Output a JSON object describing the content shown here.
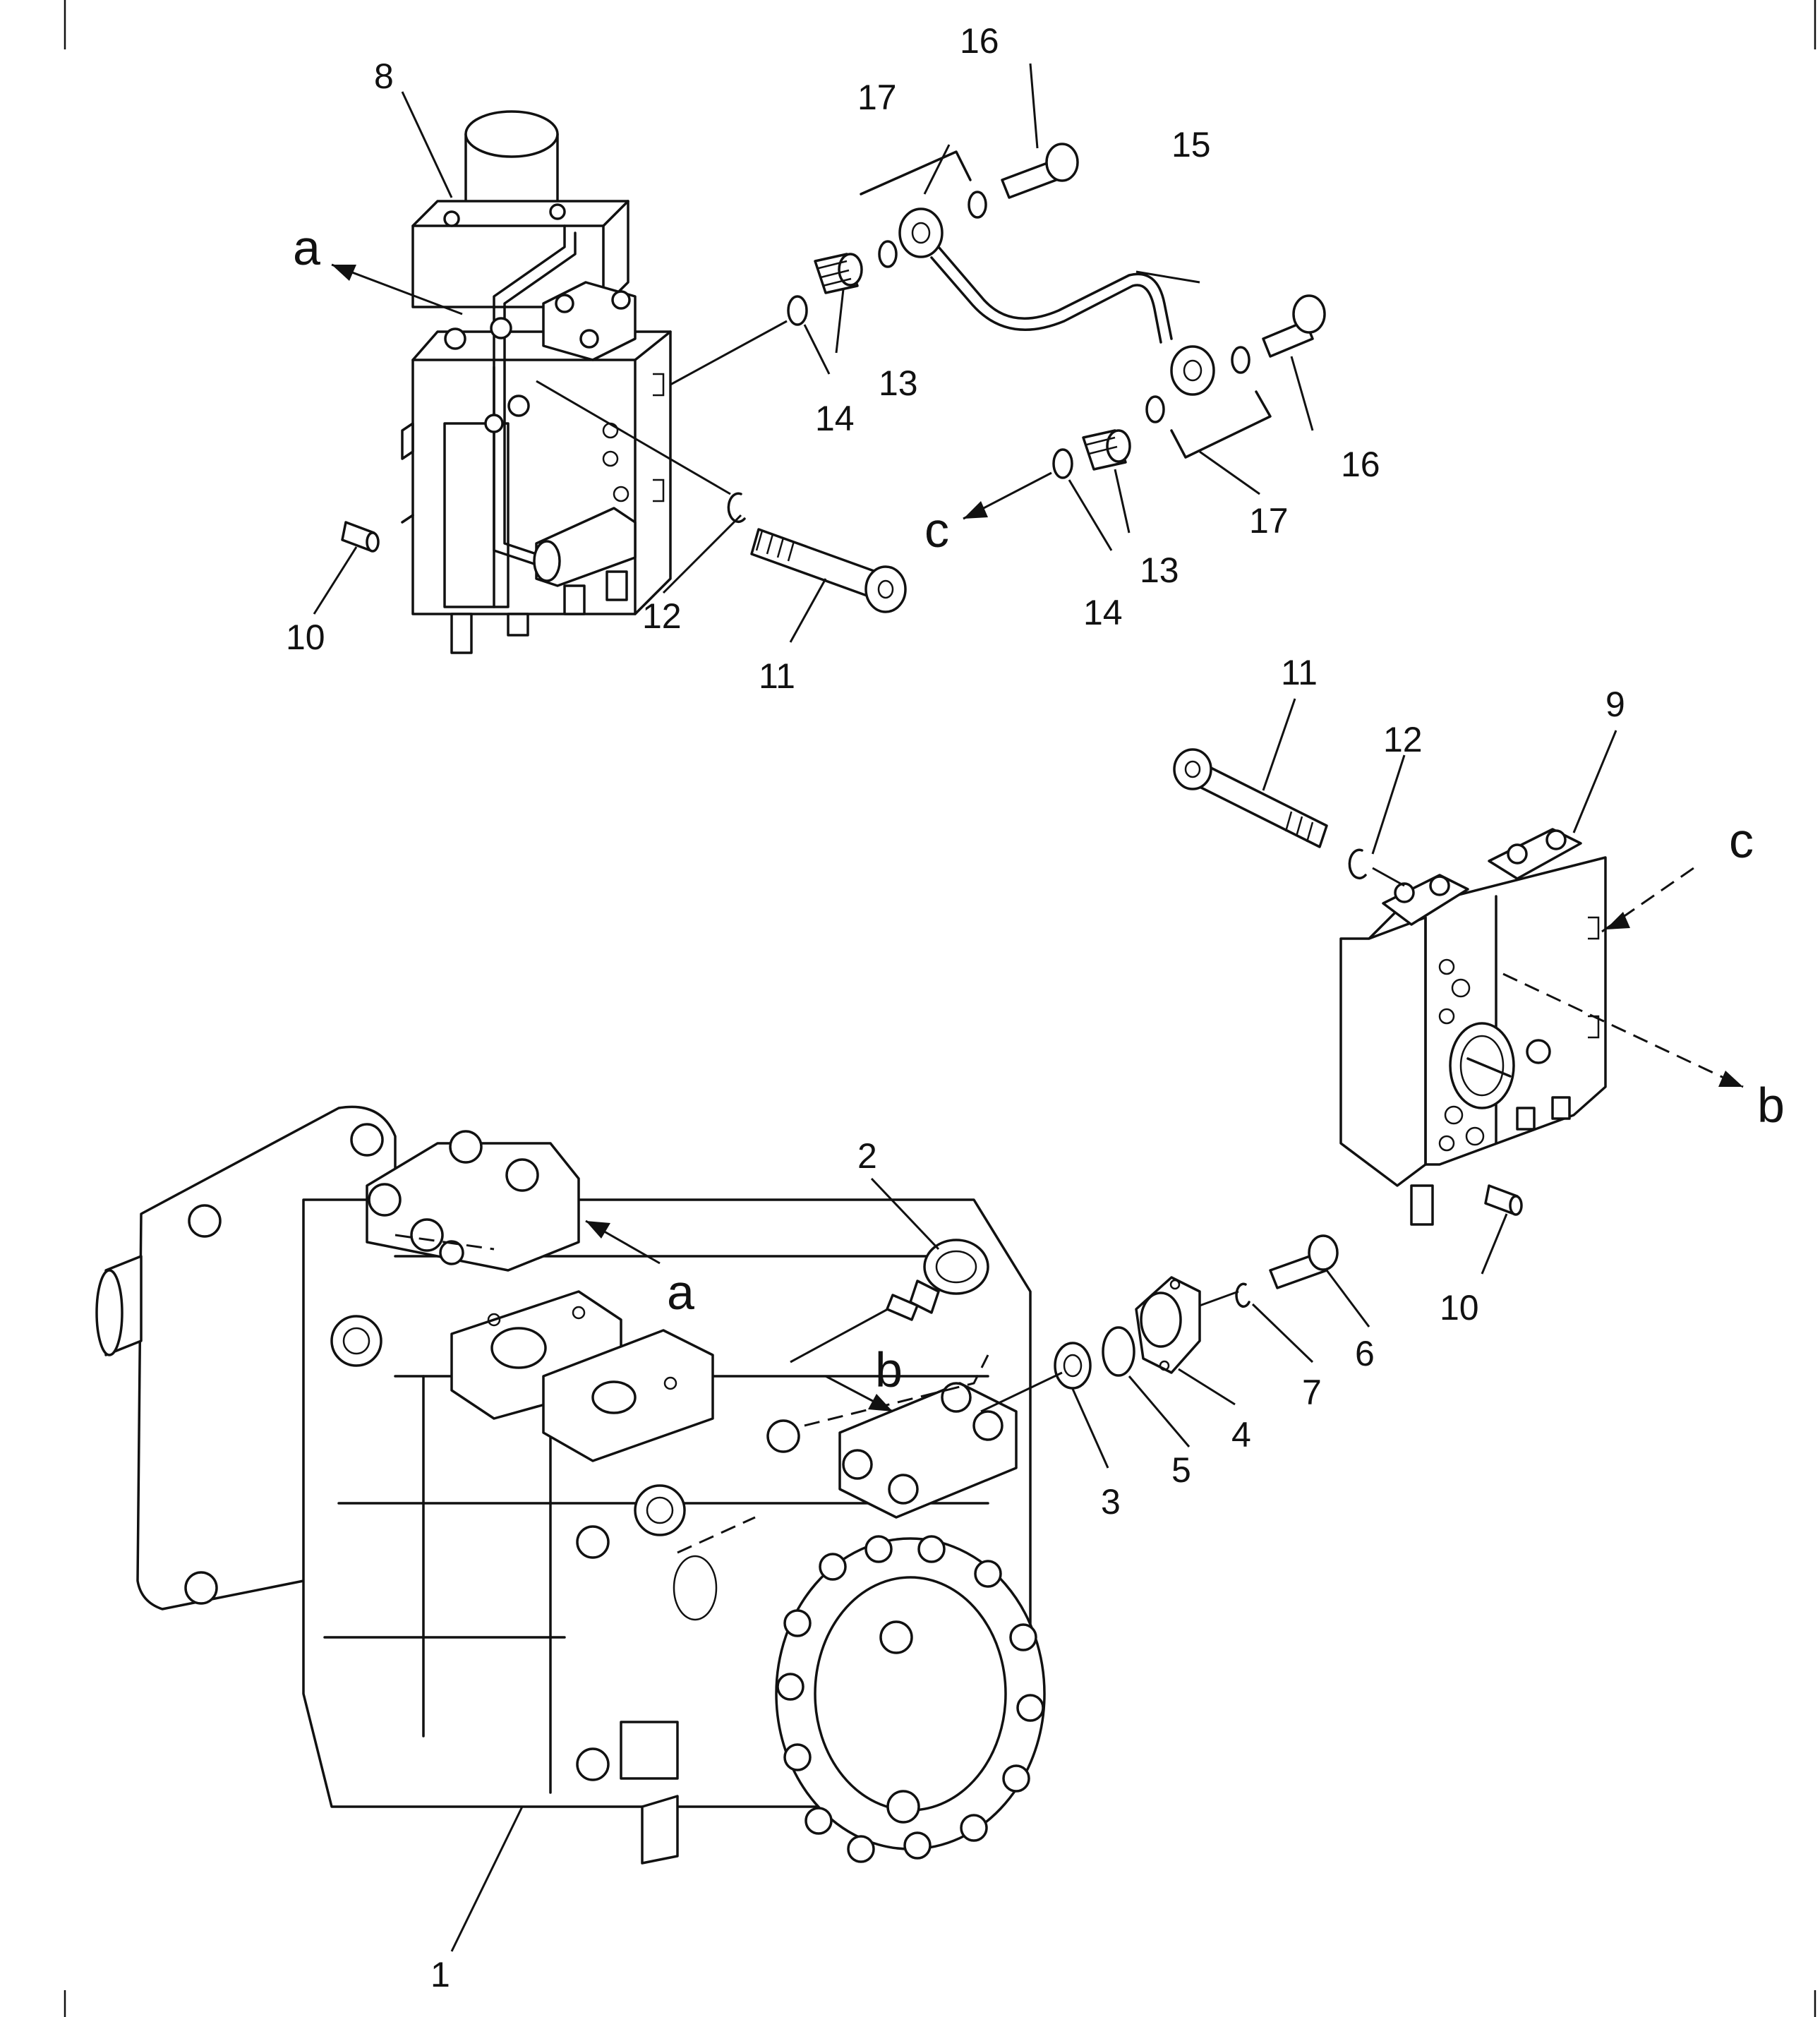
{
  "diagram": {
    "callouts": [
      {
        "id": "c1",
        "text": "1"
      },
      {
        "id": "c2",
        "text": "2"
      },
      {
        "id": "c3",
        "text": "3"
      },
      {
        "id": "c4",
        "text": "4"
      },
      {
        "id": "c5",
        "text": "5"
      },
      {
        "id": "c6",
        "text": "6"
      },
      {
        "id": "c7",
        "text": "7"
      },
      {
        "id": "c8",
        "text": "8"
      },
      {
        "id": "c9",
        "text": "9"
      },
      {
        "id": "c10a",
        "text": "10"
      },
      {
        "id": "c10b",
        "text": "10"
      },
      {
        "id": "c11a",
        "text": "11"
      },
      {
        "id": "c11b",
        "text": "11"
      },
      {
        "id": "c12a",
        "text": "12"
      },
      {
        "id": "c12b",
        "text": "12"
      },
      {
        "id": "c13a",
        "text": "13"
      },
      {
        "id": "c13b",
        "text": "13"
      },
      {
        "id": "c14a",
        "text": "14"
      },
      {
        "id": "c14b",
        "text": "14"
      },
      {
        "id": "c15",
        "text": "15"
      },
      {
        "id": "c16a",
        "text": "16"
      },
      {
        "id": "c16b",
        "text": "16"
      },
      {
        "id": "c17a",
        "text": "17"
      },
      {
        "id": "c17b",
        "text": "17"
      }
    ],
    "connection_labels": [
      {
        "id": "a1",
        "text": "a"
      },
      {
        "id": "a2",
        "text": "a"
      },
      {
        "id": "b1",
        "text": "b"
      },
      {
        "id": "b2",
        "text": "b"
      },
      {
        "id": "cc1",
        "text": "c"
      },
      {
        "id": "cc2",
        "text": "c"
      }
    ]
  }
}
